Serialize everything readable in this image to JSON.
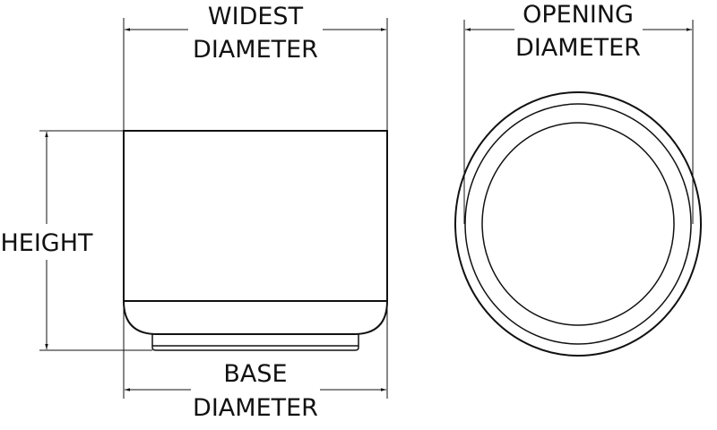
{
  "labels": {
    "widest_line1": "WIDEST",
    "widest_line2": "DIAMETER",
    "height": "HEIGHT",
    "base_line1": "BASE",
    "base_line2": "DIAMETER",
    "opening_line1": "OPENING",
    "opening_line2": "DIAMETER"
  }
}
